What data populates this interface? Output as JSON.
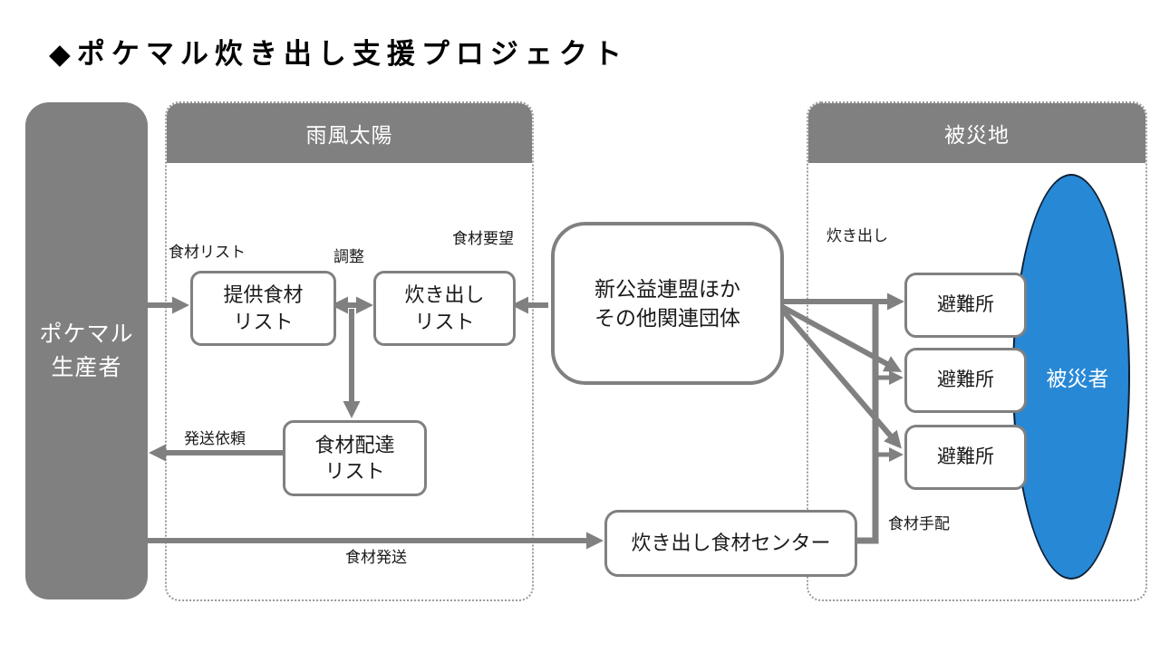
{
  "title": {
    "icon": "◆",
    "text": "ポケマル炊き出し支援プロジェクト"
  },
  "colors": {
    "gray": "#808080",
    "blue": "#2788D6",
    "ellipse_border": "#0d1f33",
    "dotted_border": "#9a9a9a",
    "text": "#1a1a1a"
  },
  "groups": {
    "middle": {
      "header": "雨風太陽"
    },
    "right": {
      "header": "被災地"
    }
  },
  "nodes": {
    "producer": {
      "line1": "ポケマル",
      "line2": "生産者"
    },
    "offer_list": {
      "line1": "提供食材",
      "line2": "リスト"
    },
    "takidashi_list": {
      "line1": "炊き出し",
      "line2": "リスト"
    },
    "delivery_list": {
      "line1": "食材配達",
      "line2": "リスト"
    },
    "coalition": {
      "line1": "新公益連盟ほか",
      "line2": "その他関連団体"
    },
    "center": {
      "label": "炊き出し食材センター"
    },
    "shelters": [
      "避難所",
      "避難所",
      "避難所"
    ],
    "victims": {
      "label": "被災者"
    }
  },
  "flow_labels": {
    "ingredients_list": "食材リスト",
    "adjust": "調整",
    "request": "食材要望",
    "ship_request": "発送依頼",
    "ship": "食材発送",
    "takidashi": "炊き出し",
    "arrange": "食材手配"
  }
}
